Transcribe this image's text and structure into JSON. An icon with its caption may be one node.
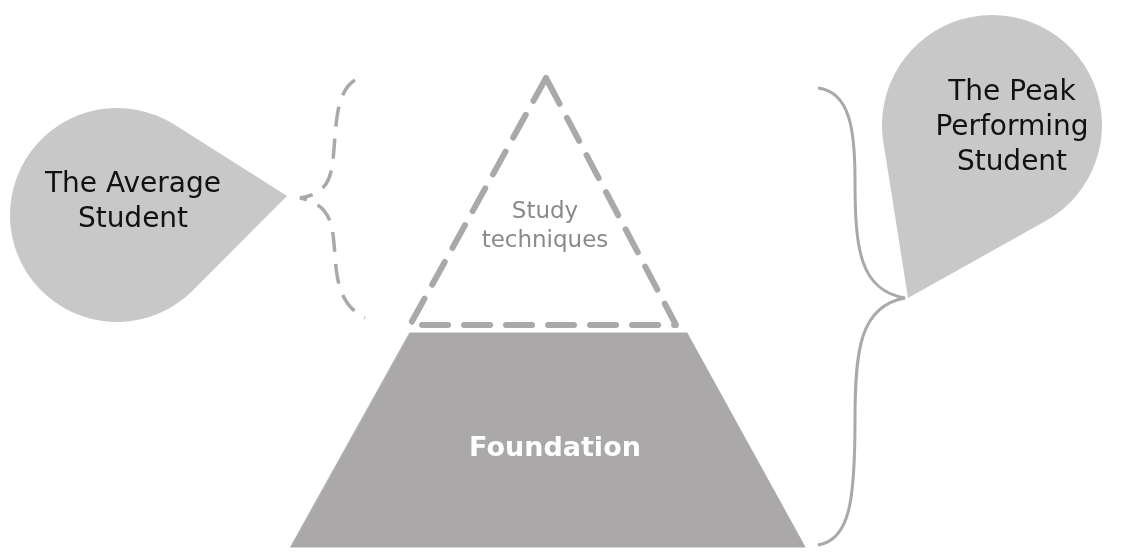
{
  "diagram": {
    "nodes": [
      {
        "text": [
          "The Average Student"
        ]
      },
      {
        "text": [
          "The Peak Performing Student"
        ]
      },
      {
        "text": [
          "Study techniques"
        ]
      },
      {
        "text": [
          "Foundation"
        ]
      }
    ],
    "edges": []
  }
}
